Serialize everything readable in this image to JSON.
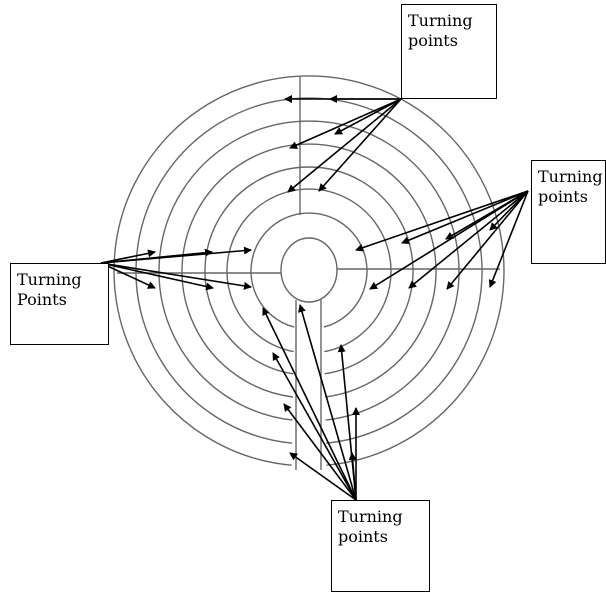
{
  "colors": {
    "ring_stroke": "#666666",
    "arrow_stroke": "#000000",
    "box_border": "#000000",
    "background": "#ffffff"
  },
  "callouts": {
    "top_right": {
      "line1": "Turning",
      "line2": "points"
    },
    "right": {
      "line1": "Turning",
      "line2": "points"
    },
    "left": {
      "line1": "Turning",
      "line2": "Points"
    },
    "bottom": {
      "line1": "Turning",
      "line2": "points"
    }
  }
}
